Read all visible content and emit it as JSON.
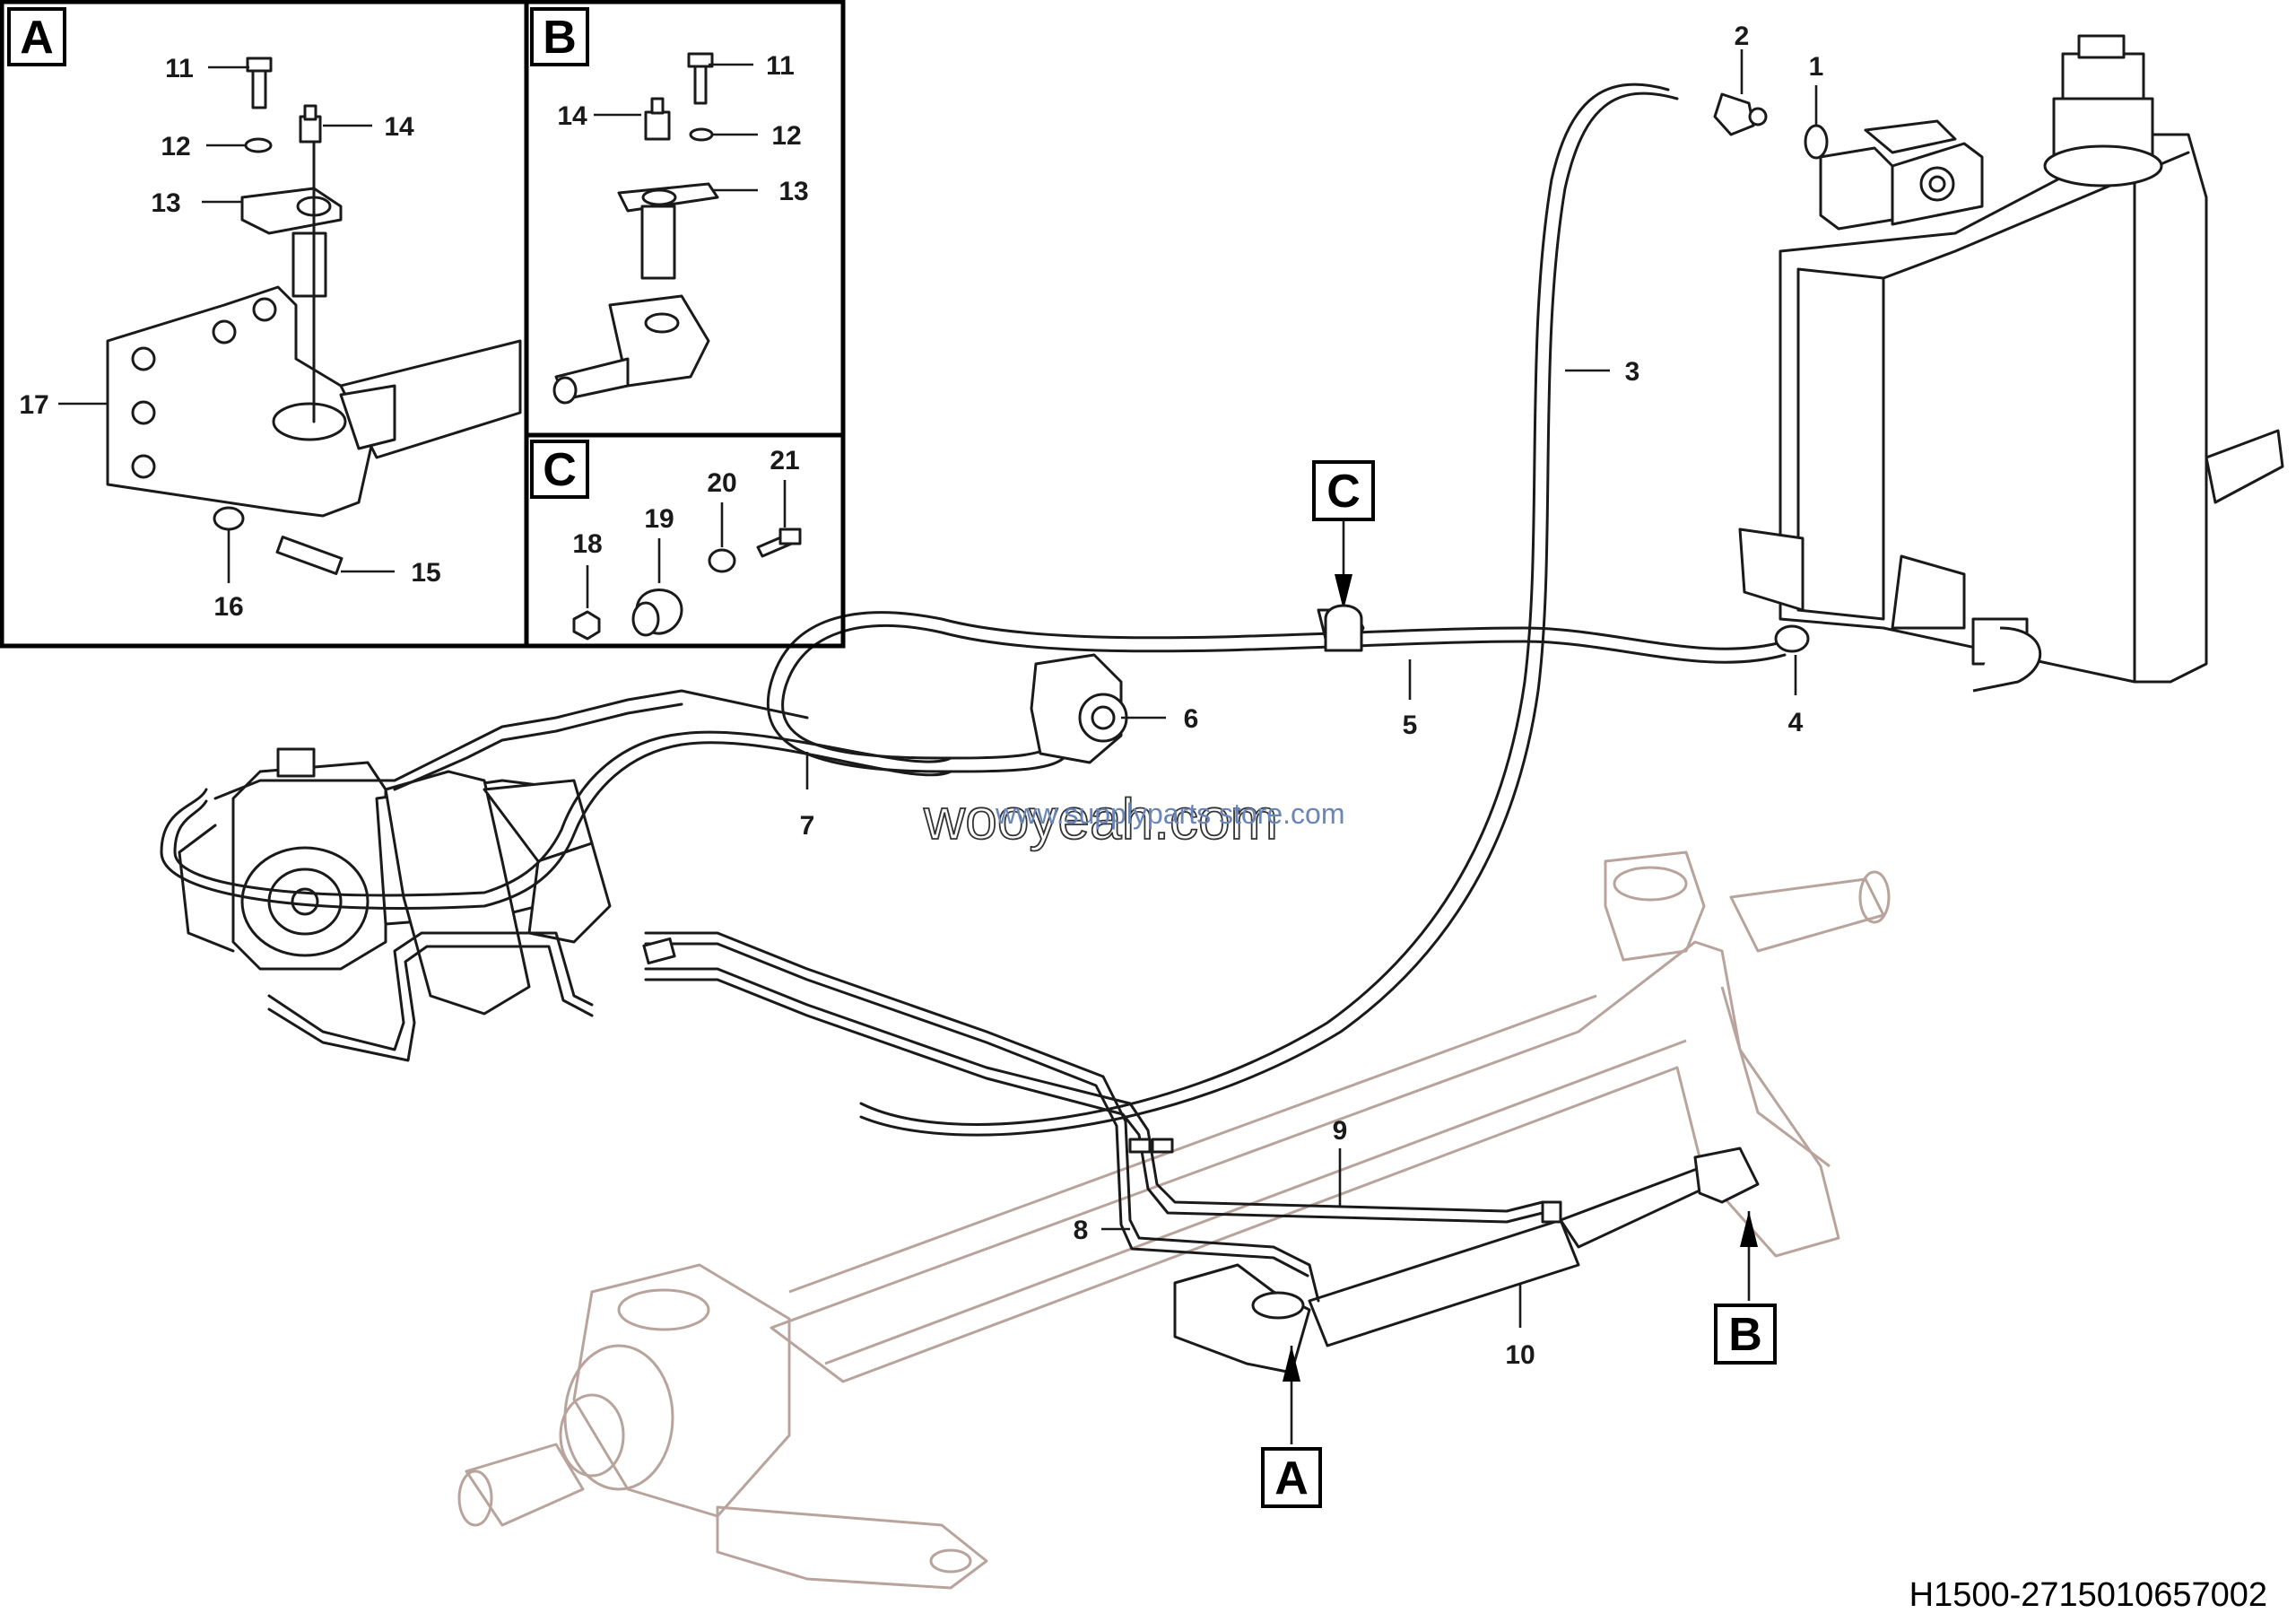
{
  "detail_views": [
    {
      "letter": "A",
      "callouts": [
        "11",
        "12",
        "13",
        "14",
        "15",
        "16",
        "17"
      ]
    },
    {
      "letter": "B",
      "callouts": [
        "11",
        "12",
        "13",
        "14"
      ]
    },
    {
      "letter": "C",
      "callouts": [
        "18",
        "19",
        "20",
        "21"
      ]
    }
  ],
  "main_view_markers": [
    "A",
    "B",
    "C"
  ],
  "main_callouts": [
    "1",
    "2",
    "3",
    "4",
    "5",
    "6",
    "7",
    "8",
    "9",
    "10"
  ],
  "watermark": {
    "large": "wooyeah.com",
    "small": "www.supplyparts store.com"
  },
  "reference_code": "H1500-2715010657002",
  "colors": {
    "line": "#1a1a1a",
    "ghost_axle": "#b8a49c",
    "watermark_small": "#6a86b8"
  }
}
